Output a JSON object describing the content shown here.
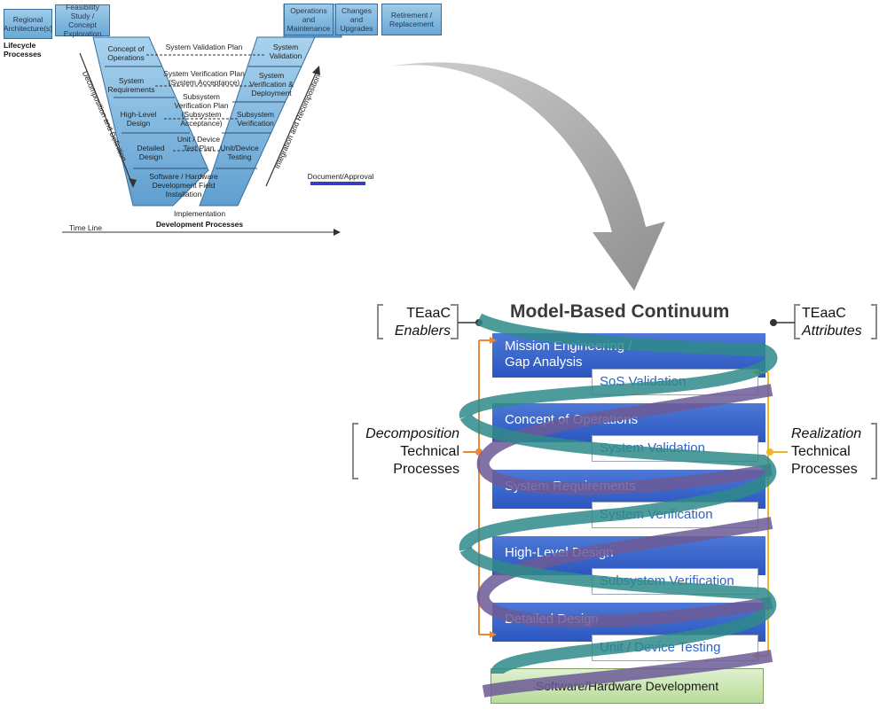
{
  "v_diagram": {
    "top_left_boxes": [
      "Regional Architecture(s)",
      "Feasibility Study / Concept Exploration"
    ],
    "top_right_boxes": [
      "Operations and Maintenance",
      "Changes and Upgrades",
      "Retirement / Replacement"
    ],
    "left_leg": [
      "Concept of Operations",
      "System Requirements",
      "High-Level Design",
      "Detailed Design"
    ],
    "right_leg": [
      "System Validation",
      "System Verification & Deployment",
      "Subsystem Verification",
      "Unit/Device Testing"
    ],
    "bottom_box": "Software / Hardware Development Field Installation",
    "plans": [
      "System Validation Plan",
      "System Verification Plan (System Acceptance)",
      "Subsystem Verification Plan (Subsystem Acceptance)",
      "Unit / Device Test Plan"
    ],
    "left_axis": "Decomposition and Definition",
    "right_axis": "Integration and Recomposition",
    "lifecycle_label": "Lifecycle Processes",
    "implementation_label": "Implementation",
    "development_label": "Development Processes",
    "timeline_label": "Time Line",
    "legend_label": "Document/Approval"
  },
  "continuum": {
    "title": "Model-Based Continuum",
    "left_top_label": {
      "line1": "TEaaC",
      "line2": "Enablers"
    },
    "right_top_label": {
      "line1": "TEaaC",
      "line2": "Attributes"
    },
    "left_mid_label": {
      "line1": "Decomposition",
      "line2": "Technical",
      "line3": "Processes"
    },
    "right_mid_label": {
      "line1": "Realization",
      "line2": "Technical",
      "line3": "Processes"
    },
    "blue_bars": [
      {
        "line1": "Mission Engineering /",
        "line2": "Gap Analysis"
      },
      {
        "line1": "Concept of Operations",
        "line2": ""
      },
      {
        "line1": "System Requirements",
        "line2": ""
      },
      {
        "line1": "High-Level Design",
        "line2": ""
      },
      {
        "line1": "Detailed Design",
        "line2": ""
      }
    ],
    "white_boxes": [
      "SoS Validation",
      "System Validation",
      "System Verification",
      "Subsystem Verification",
      "Unit / Device Testing"
    ],
    "bottom_box": "Software/Hardware Development"
  },
  "colors": {
    "orange_line": "#e8883a",
    "yellow_line": "#f0b429",
    "blue_bar": "#3461c8",
    "helix_teal": "#2f8a8a",
    "helix_purple": "#6c5a96",
    "arrow_gray": "#a0a0a0"
  }
}
